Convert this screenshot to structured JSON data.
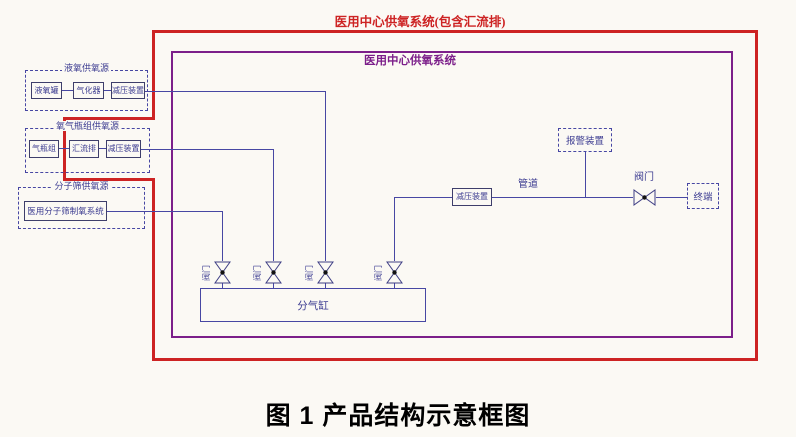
{
  "figure": {
    "outer_title": "医用中心供氧系统(包含汇流排)",
    "inner_title": "医用中心供氧系统",
    "caption": "图 1  产品结构示意框图"
  },
  "sources": [
    {
      "label": "液氧供氧源",
      "components": [
        "液氧罐",
        "气化器",
        "减压装置"
      ]
    },
    {
      "label": "氧气瓶组供氧源",
      "components": [
        "气瓶组",
        "汇流排",
        "减压装置"
      ]
    },
    {
      "label": "分子筛供氧源",
      "components": [
        "医用分子筛制氧系统"
      ]
    }
  ],
  "pipeline": {
    "pressure_reducer": "减压装置",
    "pipe_label": "管道",
    "alarm": "报警装置",
    "valve_label": "阀门",
    "terminal": "终端",
    "manifold_cylinder": "分气缸"
  },
  "colors": {
    "background": "#fbf9f4",
    "outer_border": "#cd2323",
    "inner_border": "#7c1f8a",
    "line": "#4747a3",
    "text": "#3c3c91",
    "caption": "#000000"
  }
}
